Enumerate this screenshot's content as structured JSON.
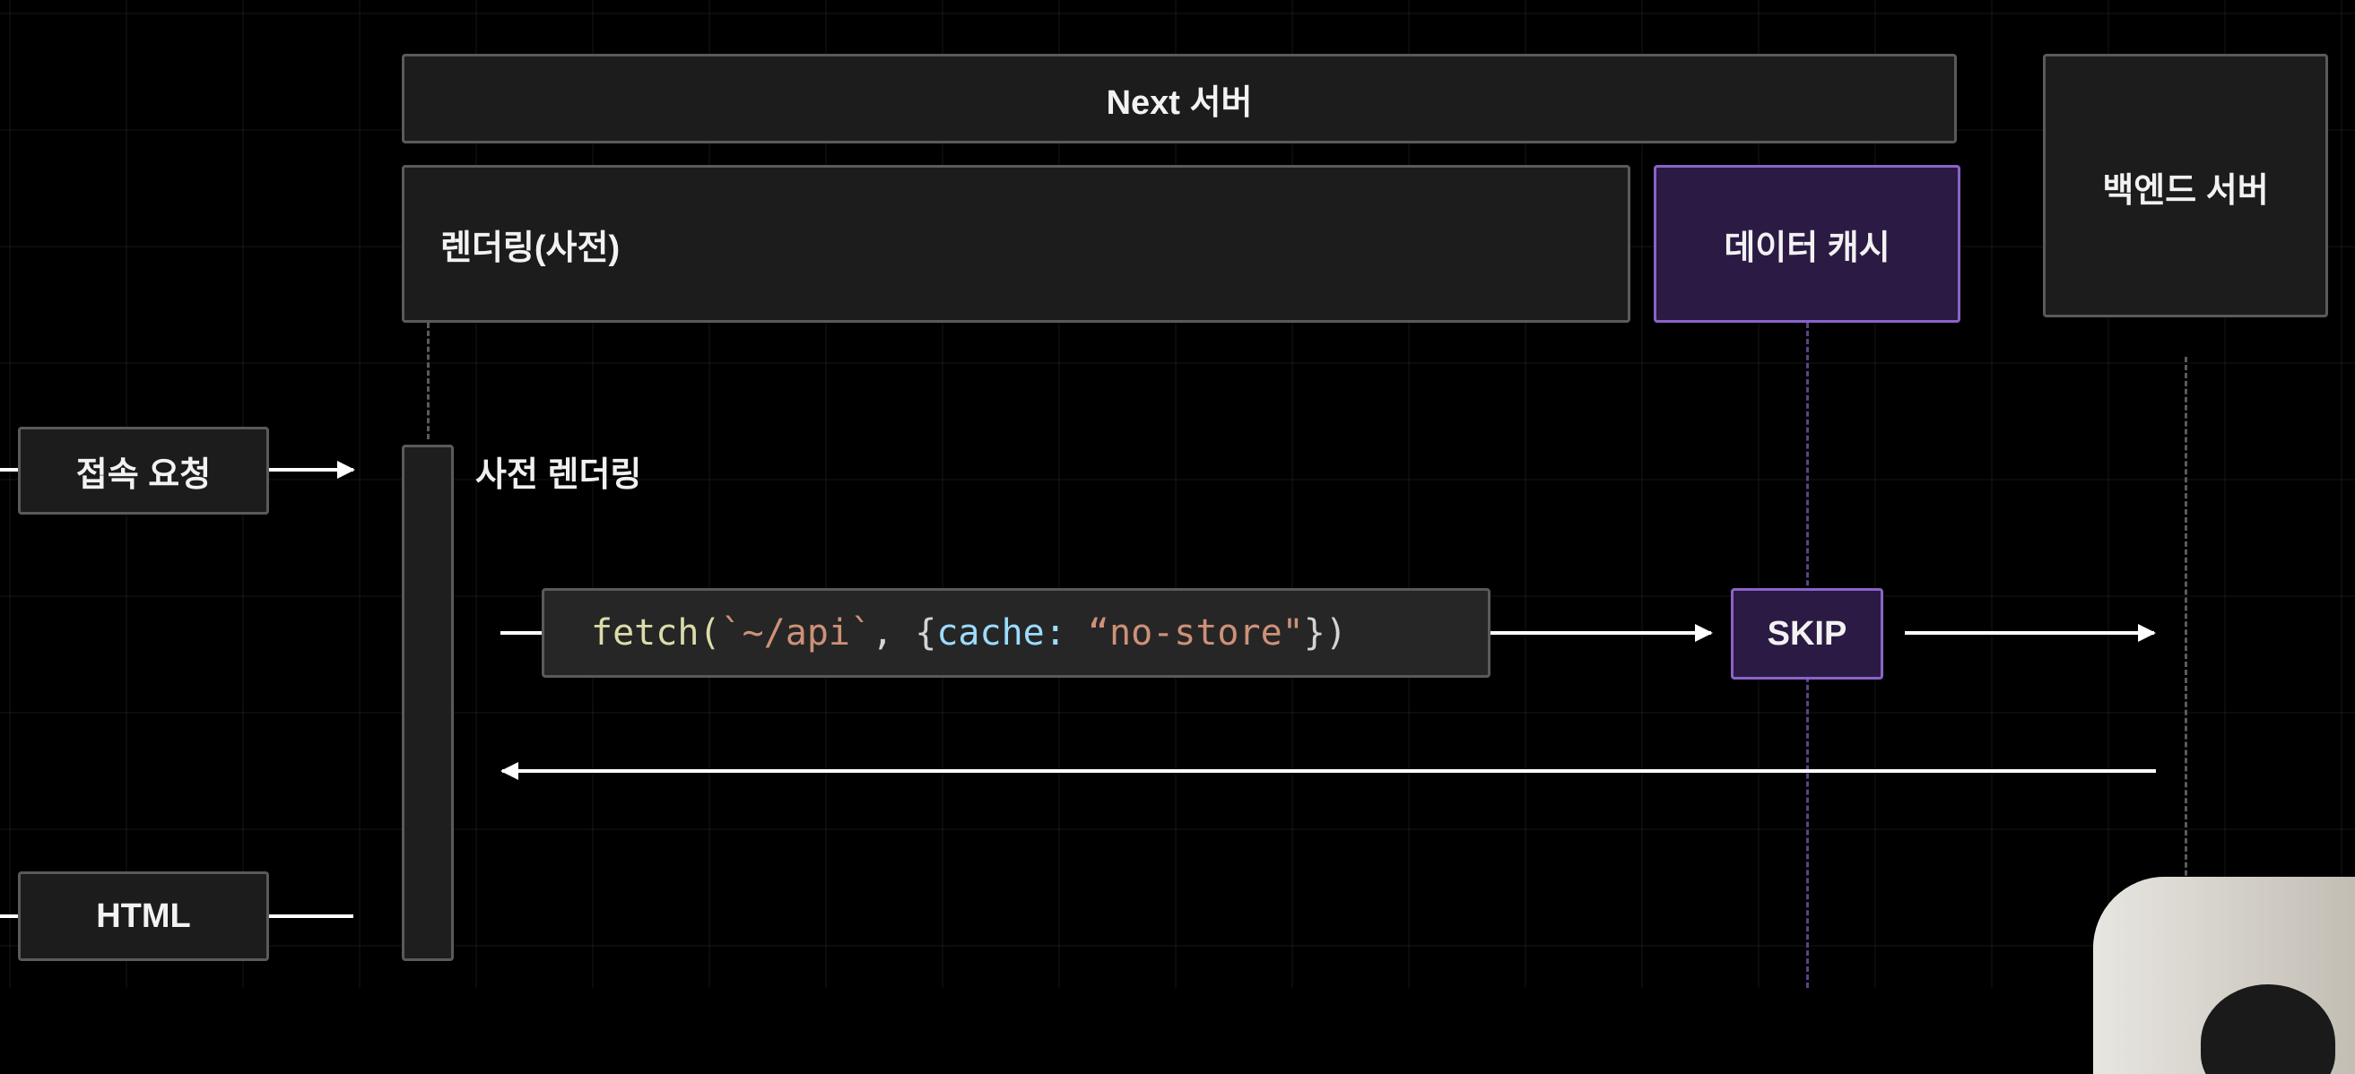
{
  "lanes": {
    "next_server": "Next 서버",
    "rendering": "렌더링(사전)",
    "data_cache": "데이터 캐시",
    "backend_server": "백엔드 서버"
  },
  "client": {
    "request": "접속 요청",
    "html": "HTML"
  },
  "steps": {
    "prerender": "사전 렌더링",
    "fetch_fn": "fetch(",
    "fetch_url": "`~/api`",
    "fetch_sep": ", {",
    "fetch_key": "cache:",
    "fetch_val": " “no-store\"",
    "fetch_end": "})",
    "skip": "SKIP"
  },
  "colors": {
    "background": "#000000",
    "box": "#1c1c1c",
    "border": "#5a5a5a",
    "cache_fill": "#2b1a44",
    "cache_border": "#8a63c9",
    "arrow": "#ffffff"
  }
}
